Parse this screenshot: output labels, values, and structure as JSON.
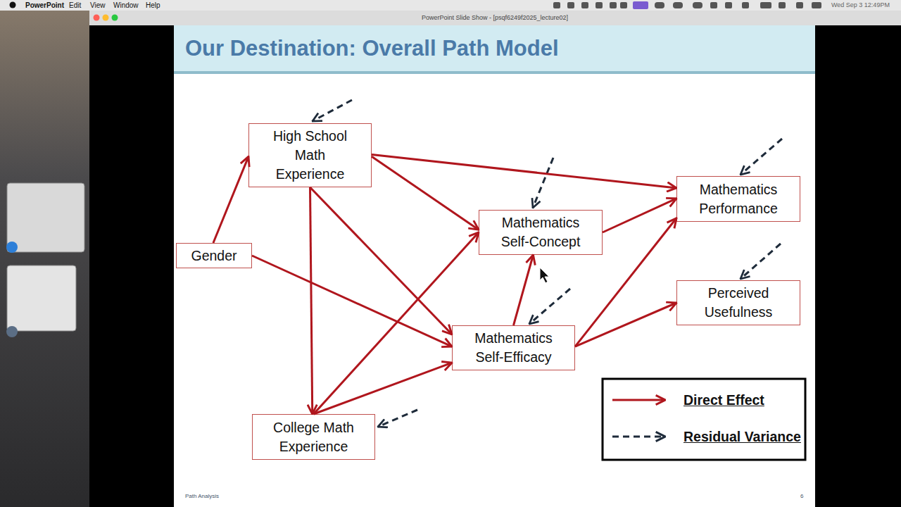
{
  "diagram": {
    "title": "Our Destination: Overall Path Model",
    "nodes": [
      {
        "text": [
          "High School Math Experience"
        ]
      },
      {
        "text": [
          "Mathematics Performance"
        ]
      },
      {
        "text": [
          "Mathematics Self-Concept"
        ]
      },
      {
        "text": [
          "Gender"
        ]
      },
      {
        "text": [
          "Perceived Usefulness"
        ]
      },
      {
        "text": [
          "Mathematics Self-Efficacy"
        ]
      },
      {
        "text": [
          "College Math Experience"
        ]
      }
    ],
    "edges": [
      {
        "from": 3,
        "to": 0,
        "arrow": "to"
      },
      {
        "from": 3,
        "to": 5,
        "arrow": "to"
      },
      {
        "from": 0,
        "to": 1,
        "arrow": "to"
      },
      {
        "from": 0,
        "to": 2,
        "arrow": "to"
      },
      {
        "from": 0,
        "to": 5,
        "arrow": "to"
      },
      {
        "from": 0,
        "to": 6,
        "arrow": "to"
      },
      {
        "from": 6,
        "to": 2,
        "arrow": "to"
      },
      {
        "from": 6,
        "to": 5,
        "arrow": "to"
      },
      {
        "from": 5,
        "to": 2,
        "arrow": "to"
      },
      {
        "from": 2,
        "to": 1,
        "arrow": "to"
      },
      {
        "from": 5,
        "to": 1,
        "arrow": "to"
      },
      {
        "from": 5,
        "to": 4,
        "arrow": "to"
      }
    ],
    "labels": [
      "PowerPoint",
      "Edit",
      "View",
      "Window",
      "Help",
      "PowerPoint Slide Show - [psqf6249f2025_lecture02]",
      "Wed Sep 3  12:49PM",
      "Path Analysis",
      "6"
    ],
    "legend": [
      {
        "text": "Direct Effect"
      },
      {
        "text": "Residual Variance"
      }
    ]
  }
}
